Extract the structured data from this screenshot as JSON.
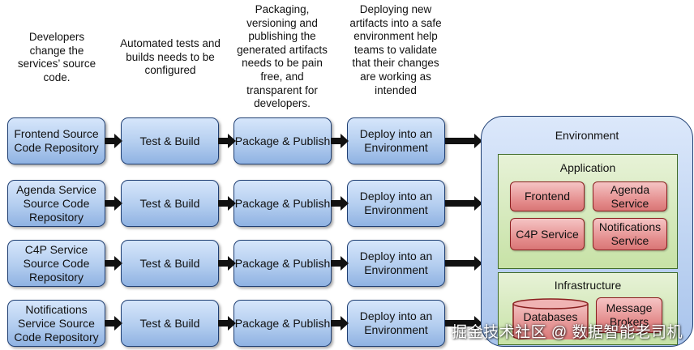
{
  "descriptions": [
    "Developers change the services’ source code.",
    "Automated tests and builds needs to be configured",
    "Packaging, versioning and publishing the generated artifacts needs to be pain free, and transparent for developers.",
    "Deploying new artifacts into a safe environment help teams to validate that their changes are working as intended"
  ],
  "pipeline_rows": [
    {
      "source": "Frontend Source Code Repository",
      "test": "Test & Build",
      "package": "Package & Publish",
      "deploy": "Deploy into an Environment"
    },
    {
      "source": "Agenda Service Source Code Repository",
      "test": "Test & Build",
      "package": "Package & Publish",
      "deploy": "Deploy into an Environment"
    },
    {
      "source": "C4P Service Source Code Repository",
      "test": "Test & Build",
      "package": "Package & Publish",
      "deploy": "Deploy into an Environment"
    },
    {
      "source": "Notifications Service Source Code Repository",
      "test": "Test & Build",
      "package": "Package & Publish",
      "deploy": "Deploy into an Environment"
    }
  ],
  "environment": {
    "title": "Environment",
    "application": {
      "title": "Application",
      "services": [
        "Frontend",
        "Agenda Service",
        "C4P Service",
        "Notifications Service"
      ]
    },
    "infrastructure": {
      "title": "Infrastructure",
      "items": [
        "Databases",
        "Message Brokers"
      ]
    }
  },
  "watermark": "掘金技术社区 @ 数据智能老司机",
  "colors": {
    "stage_fill": "#b3cdef",
    "stage_border": "#1f3f73",
    "environment_fill": "#bcd2f1",
    "panel_fill": "#c7e2a6",
    "service_fill": "#e38a8a",
    "arrow": "#111111"
  }
}
